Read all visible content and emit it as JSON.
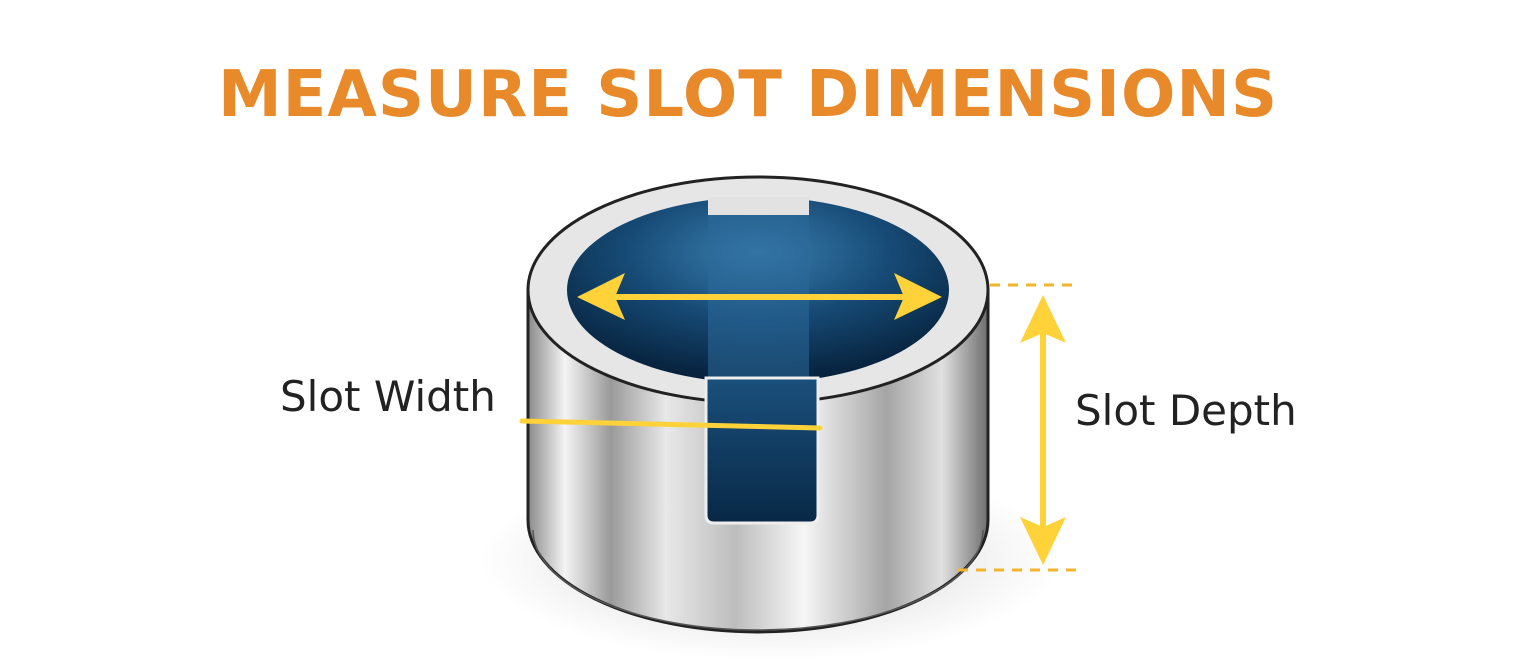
{
  "title": "MEASURE SLOT DIMENSIONS",
  "labels": {
    "slot_width": "Slot Width",
    "slot_depth": "Slot Depth"
  },
  "colors": {
    "title": "#E8892A",
    "arrow": "#FFD23A",
    "slot_interior": "#14466F",
    "metal": "#C8C8C8"
  }
}
